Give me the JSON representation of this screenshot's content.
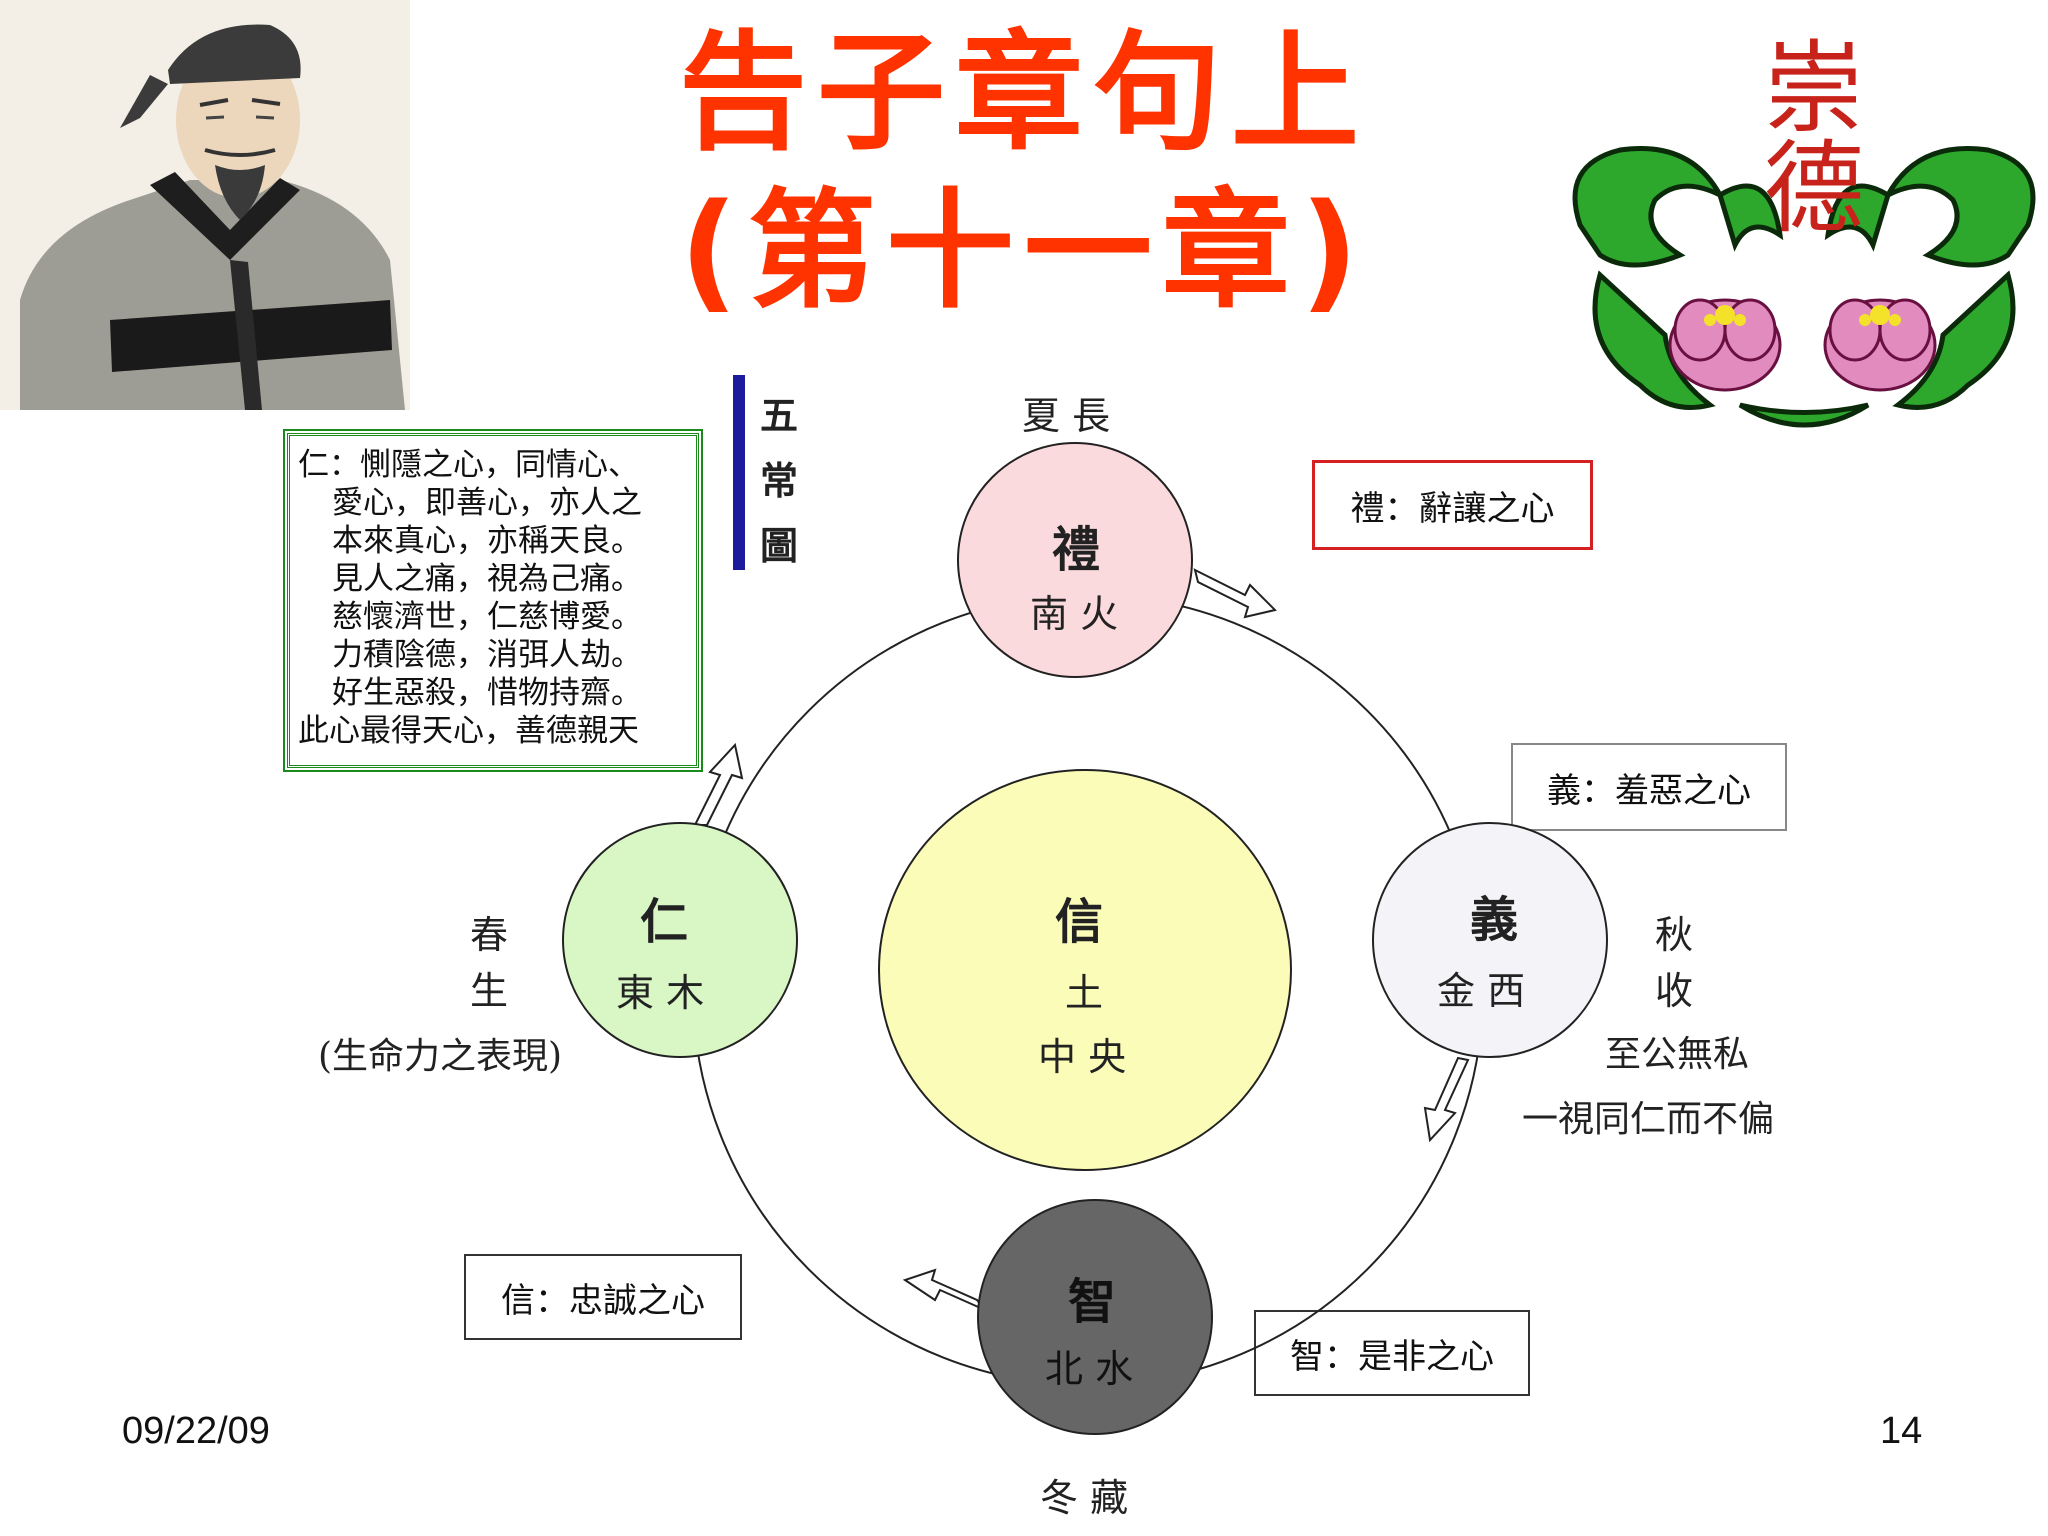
{
  "title": {
    "line1": "告子章句上",
    "line2": "(第十一章)"
  },
  "five_constants_label": [
    "五",
    "常",
    "圖"
  ],
  "ren_box_lines": [
    "仁：惻隱之心，同情心、",
    "愛心，即善心，亦人之",
    "本來真心，亦稱天良。",
    "見人之痛，視為己痛。",
    "慈懷濟世，仁慈博愛。",
    "力積陰德，消弭人劫。",
    "好生惡殺，惜物持齋。",
    "此心最得天心，善德親天"
  ],
  "boxes": {
    "li": "禮：辭讓之心",
    "yi": "義：羞惡之心",
    "xin": "信：忠誠之心",
    "zhi": "智：是非之心"
  },
  "nodes": {
    "li": {
      "name": "禮",
      "sub": "南 火",
      "season": "夏 長",
      "color": "#fadadd"
    },
    "ren": {
      "name": "仁",
      "sub": "東 木",
      "season1": "春",
      "season2": "生",
      "note": "(生命力之表現)",
      "color": "#d8f7c4"
    },
    "xin": {
      "name": "信",
      "sub1": "土",
      "sub2": "中 央",
      "color": "#fbfcb8"
    },
    "yi": {
      "name": "義",
      "sub": "金 西",
      "season1": "秋",
      "season2": "收",
      "note1": "至公無私",
      "note2": "一視同仁而不偏",
      "color": "#f4f3f7"
    },
    "zhi": {
      "name": "智",
      "sub": "北 水",
      "season": "冬 藏",
      "color": "#666666"
    }
  },
  "seal_text": "崇德",
  "footer": {
    "date": "09/22/09",
    "page": "14"
  },
  "colors": {
    "title": "#ff3300",
    "ren_border": "#1a8a1a",
    "li_border": "#d42020",
    "bar": "#1b1b9c"
  }
}
